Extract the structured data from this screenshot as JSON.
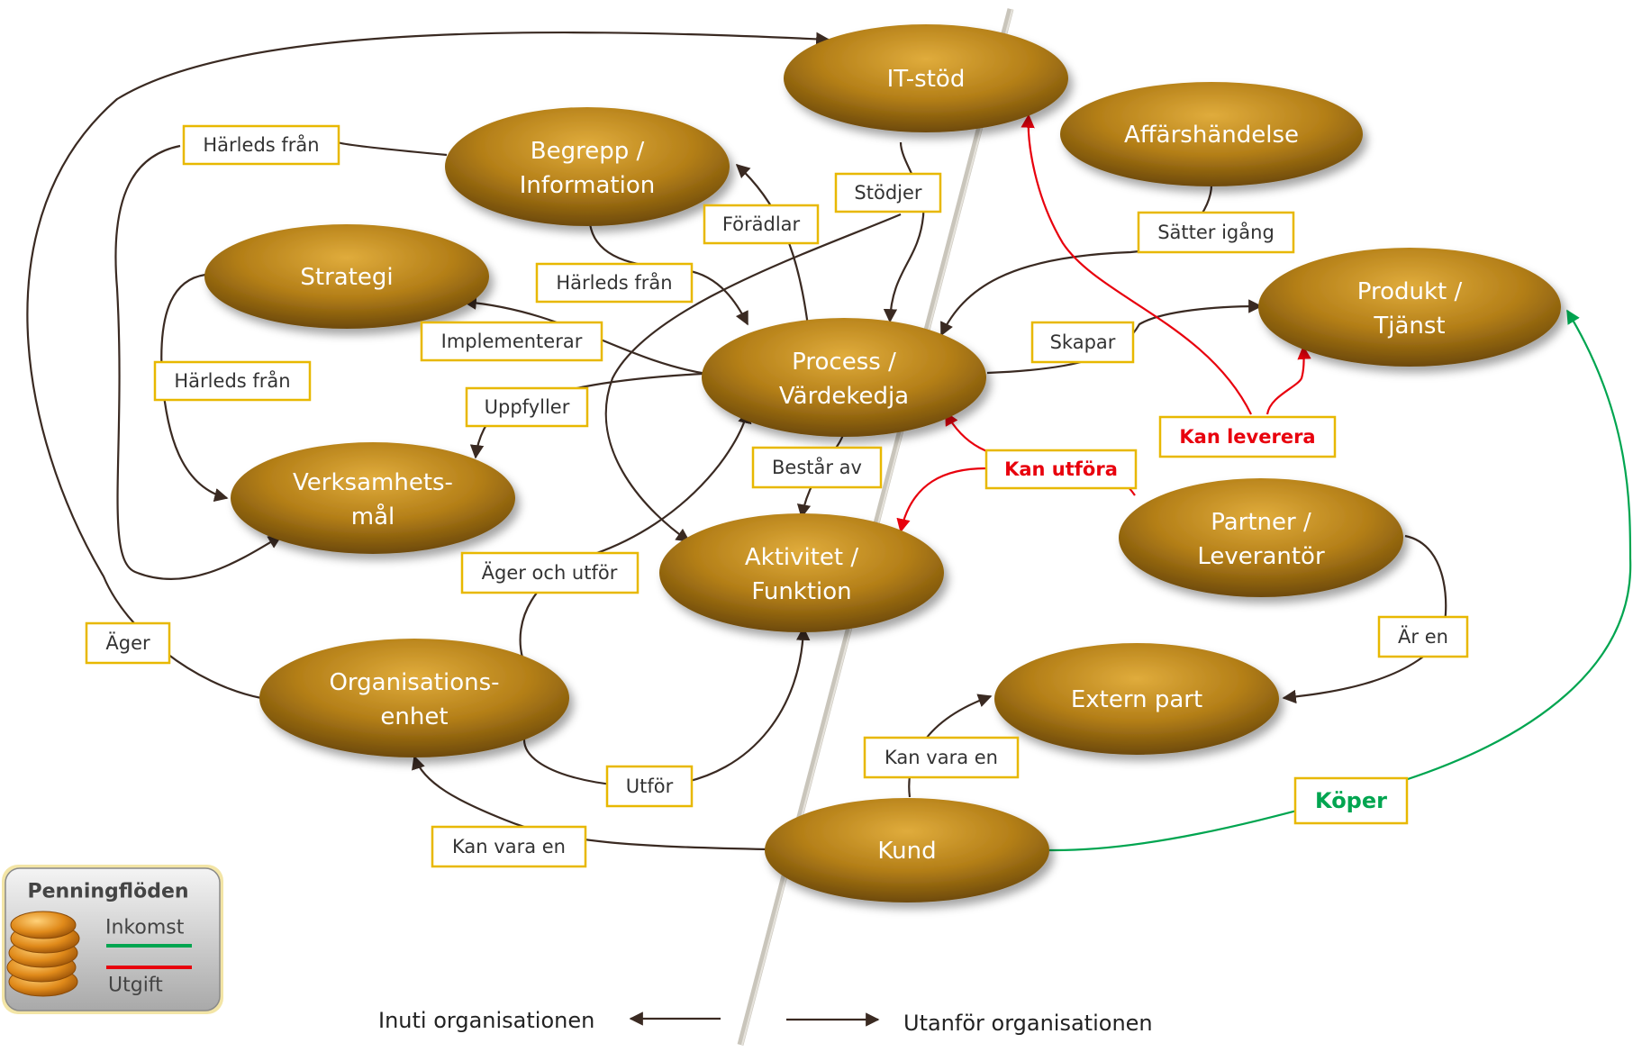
{
  "nodes": {
    "it_stod": [
      "IT-stöd"
    ],
    "affarshandelse": [
      "Affärshändelse"
    ],
    "begrepp": [
      "Begrepp /",
      "Information"
    ],
    "strategi": [
      "Strategi"
    ],
    "produkt": [
      "Produkt /",
      "Tjänst"
    ],
    "process": [
      "Process /",
      "Värdekedja"
    ],
    "verksamhetsmal": [
      "Verksamhets-",
      "mål"
    ],
    "aktivitet": [
      "Aktivitet /",
      "Funktion"
    ],
    "partner": [
      "Partner /",
      "Leverantör"
    ],
    "organisation": [
      "Organisations-",
      "enhet"
    ],
    "extern": [
      "Extern part"
    ],
    "kund": [
      "Kund"
    ]
  },
  "labels": {
    "harleds_fran_1": "Härleds från",
    "stodjer": "Stödjer",
    "foradlar": "Förädlar",
    "satter_igang": "Sätter igång",
    "harleds_fran_2": "Härleds från",
    "implementerar": "Implementerar",
    "skapar": "Skapar",
    "harleds_fran_3": "Härleds från",
    "uppfyller": "Uppfyller",
    "kan_leverera": "Kan leverera",
    "bestar_av": "Består av",
    "kan_utfora": "Kan utföra",
    "ager_och_utfor": "Äger och utför",
    "ager": "Äger",
    "ar_en": "Är en",
    "kan_vara_en_1": "Kan vara en",
    "utfor": "Utför",
    "koper": "Köper",
    "kan_vara_en_2": "Kan vara en"
  },
  "footer": {
    "inside": "Inuti organisationen",
    "outside": "Utanför organisationen"
  },
  "legend": {
    "title": "Penningflöden",
    "income": "Inkomst",
    "expense": "Utgift",
    "income_color": "#00a550",
    "expense_color": "#e8000d"
  },
  "colors": {
    "node_fill": "#b8861a",
    "edge": "#3a2a22",
    "label_border": "#e8b800",
    "red_flow": "#e8000d",
    "green_flow": "#00a550"
  }
}
